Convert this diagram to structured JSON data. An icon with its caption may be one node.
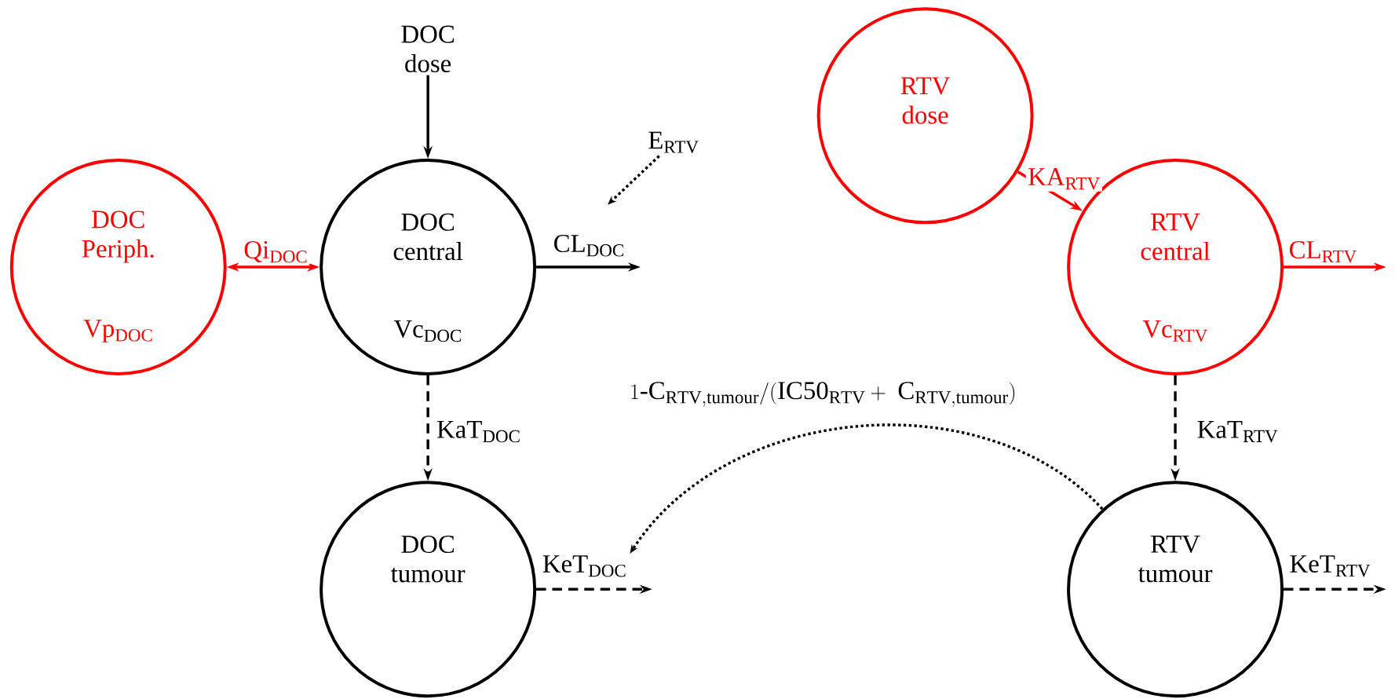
{
  "diagram": {
    "nodes": [
      {
        "text": [
          "DOC dose"
        ]
      },
      {
        "text": [
          "RTV dose"
        ]
      },
      {
        "text": [
          "E$_{RTV}$"
        ]
      },
      {
        "text": [
          "DOC Periph.",
          "Vp$_{DOC}$"
        ]
      },
      {
        "text": [
          "DOC central",
          "Vc$_{DOC}$"
        ]
      },
      {
        "text": [
          "RTV central",
          "Vc$_{RTV}$"
        ]
      },
      {
        "text": [
          "DOC tumour"
        ]
      },
      {
        "text": [
          "RTV tumour"
        ]
      }
    ],
    "edges": [
      {
        "from": 0,
        "to": 4,
        "arrow": "to"
      },
      {
        "from": 2,
        "to": null,
        "arrow": "to",
        "style": "dashed"
      },
      {
        "from": 1,
        "to": 5,
        "arrow": "to",
        "label": "KA$_{RTV}$",
        "color": "#ff0000"
      },
      {
        "from": 3,
        "to": 4,
        "arrow": "both",
        "label": "Qi$_{DOC}$",
        "color": "#ff0000"
      },
      {
        "from": 4,
        "to": null,
        "arrow": "to",
        "label": "CL$_{DOC}$"
      },
      {
        "from": 5,
        "to": null,
        "arrow": "to",
        "label": "CL$_{RTV}$",
        "color": "#ff0000"
      },
      {
        "from": 4,
        "to": 6,
        "arrow": "to",
        "label": "KaT$_{DOC}$",
        "style": "dashed"
      },
      {
        "from": 5,
        "to": 7,
        "arrow": "to",
        "label": "KaT$_{RTV}$",
        "style": "dashed"
      },
      {
        "from": 6,
        "to": null,
        "arrow": "to",
        "label": "KeT$_{DOC}$",
        "style": "dashed"
      },
      {
        "from": 7,
        "to": null,
        "arrow": "to",
        "label": "KeT$_{RTV}$",
        "style": "dashed"
      },
      {
        "from": 7,
        "to": null,
        "arrow": "to",
        "label": "1\\text{-}\\mathrm{C}_{\\mathrm{RTV,tumour}}/(\\mathrm{IC50}_{\\mathrm{RTV}}+\\ \\mathrm{C}_{\\mathrm{RTV,tumour}})",
        "style": "dashed"
      }
    ]
  }
}
